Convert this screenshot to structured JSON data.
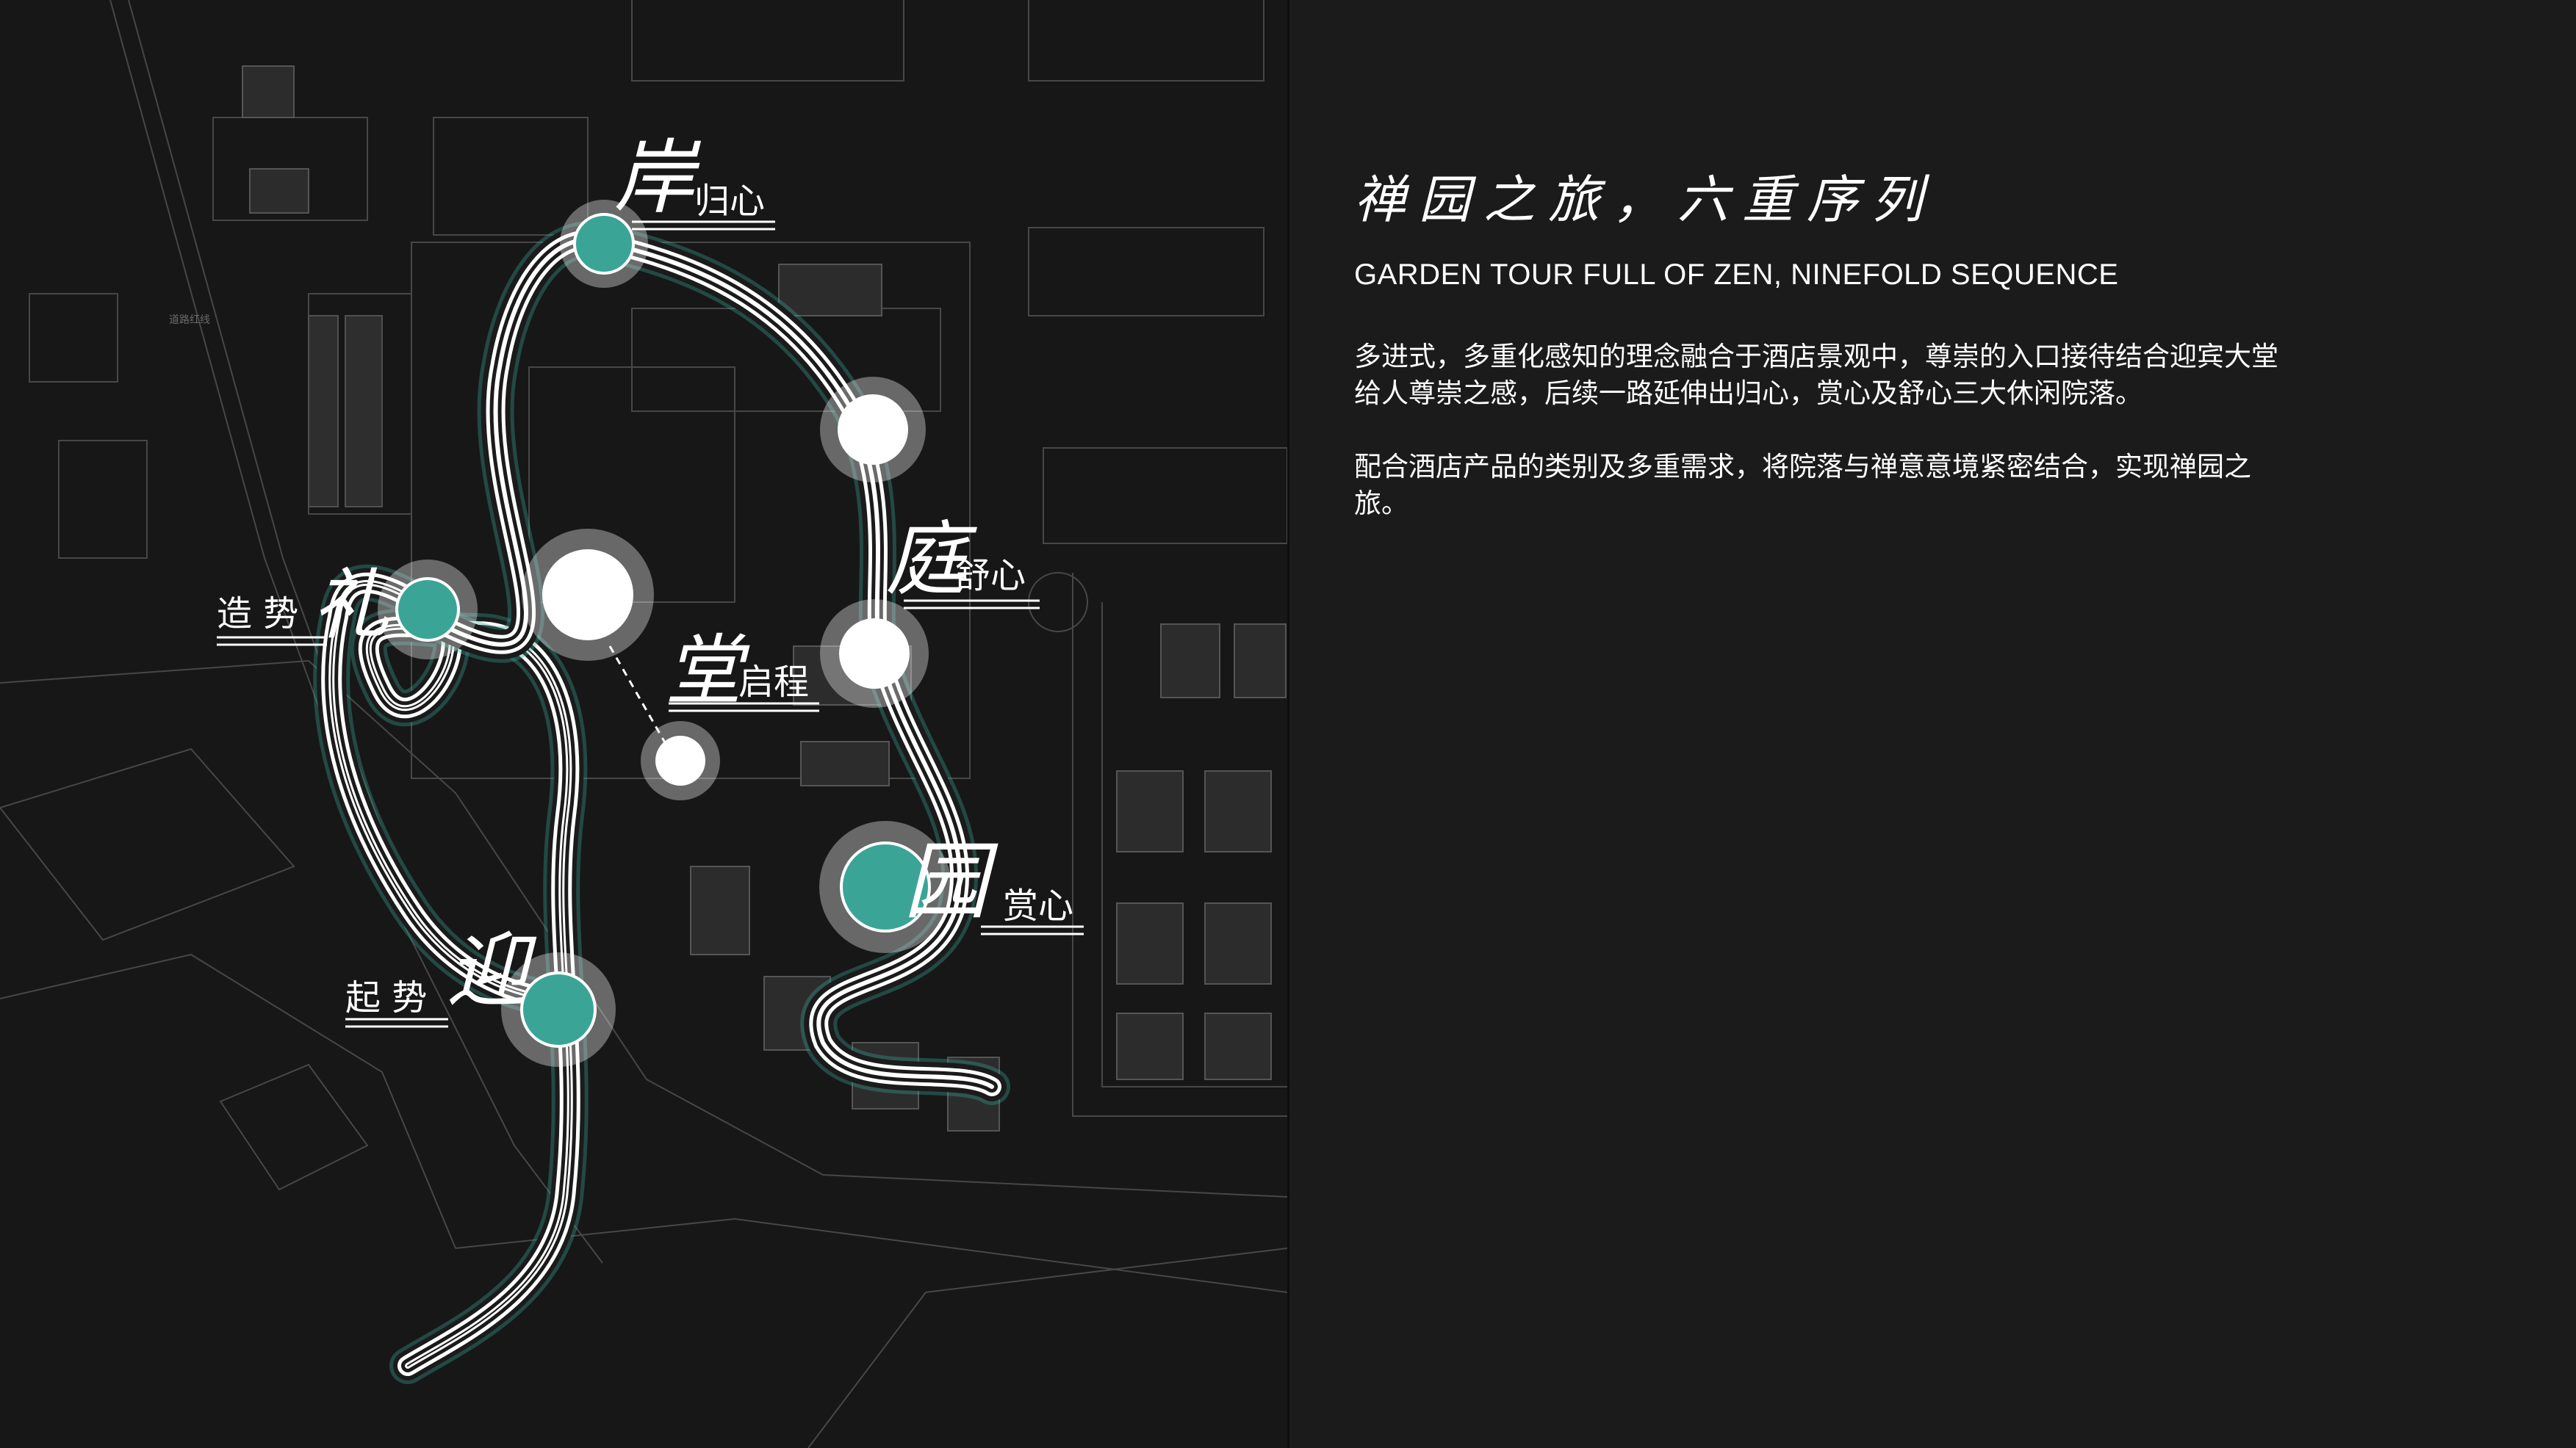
{
  "heading": {
    "title_cn": "禅园之旅，六重序列",
    "title_en": "GARDEN TOUR FULL OF ZEN, NINEFOLD SEQUENCE"
  },
  "paragraphs": [
    "多进式，多重化感知的理念融合于酒店景观中，尊崇的入口接待结合迎宾大堂给人尊崇之感，后续一路延伸出归心，赏心及舒心三大休闲院落。",
    "配合酒店产品的类别及多重需求，将院落与禅意意境紧密结合，实现禅园之旅。"
  ],
  "map_labels": {
    "an_char": "岸",
    "an_sub": "归心",
    "ting_char": "庭",
    "ting_sub": "舒心",
    "li_char": "礼",
    "li_sub": "造 势",
    "tang_char": "堂",
    "tang_sub": "启程",
    "yuan_char": "园",
    "yuan_sub": "赏心",
    "ying_char": "迎",
    "ying_sub": "起 势",
    "road_label": "道路红线"
  },
  "colors": {
    "background": "#1b1b1b",
    "accent_teal": "#3aa597",
    "path_line": "#ffffff",
    "plan_lines": "#4a4a4a"
  }
}
